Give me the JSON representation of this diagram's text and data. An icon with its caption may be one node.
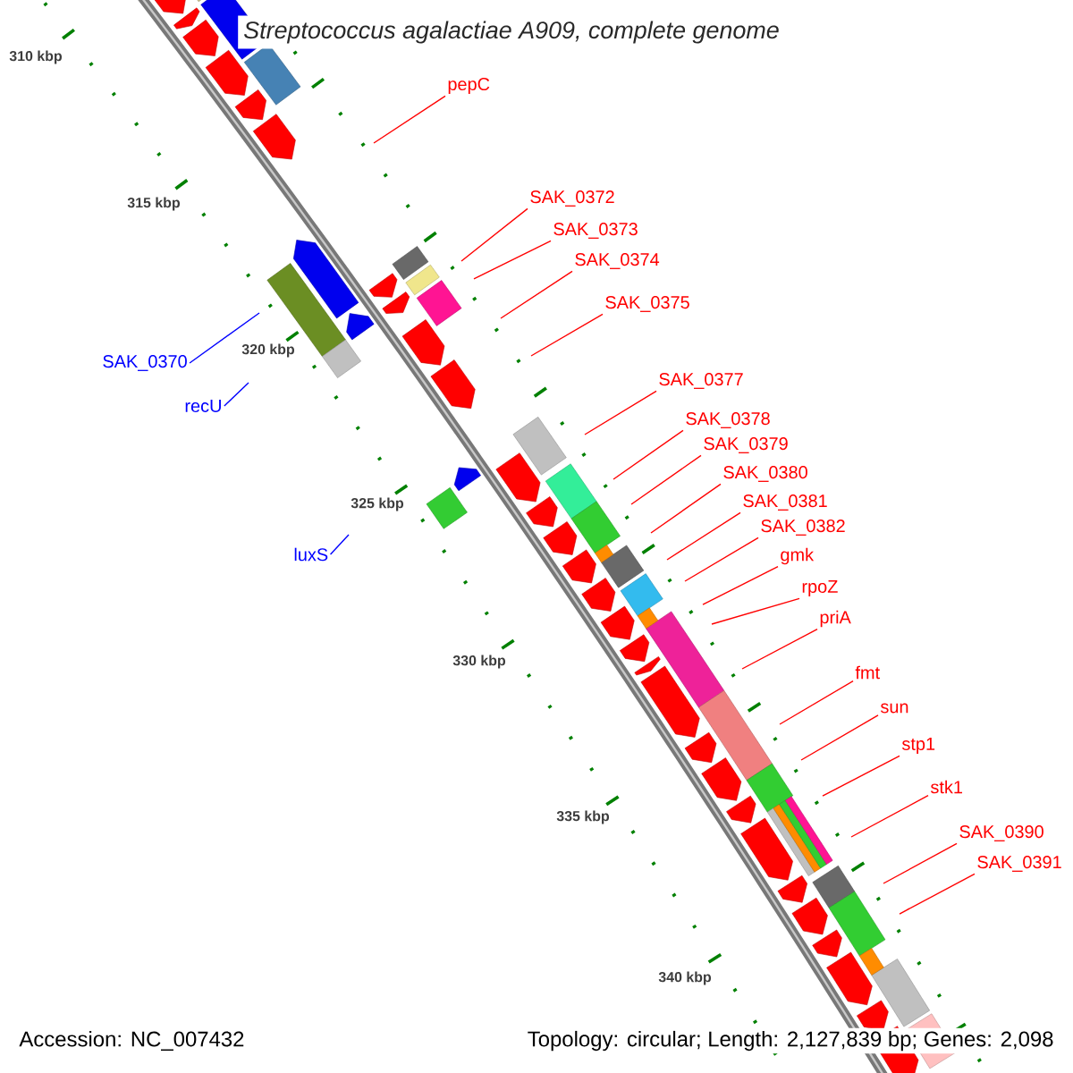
{
  "diagram": {
    "title": "Streptococcus agalactiae A909, complete genome",
    "nodes": [
      {
        "text": [
          "pepC"
        ]
      },
      {
        "text": [
          "SAK_0372"
        ]
      },
      {
        "text": [
          "SAK_0373"
        ]
      },
      {
        "text": [
          "SAK_0374"
        ]
      },
      {
        "text": [
          "SAK_0375"
        ]
      },
      {
        "text": [
          "SAK_0377"
        ]
      },
      {
        "text": [
          "SAK_0378"
        ]
      },
      {
        "text": [
          "SAK_0379"
        ]
      },
      {
        "text": [
          "SAK_0380"
        ]
      },
      {
        "text": [
          "SAK_0381"
        ]
      },
      {
        "text": [
          "SAK_0382"
        ]
      },
      {
        "text": [
          "gmk"
        ]
      },
      {
        "text": [
          "rpoZ"
        ]
      },
      {
        "text": [
          "priA"
        ]
      },
      {
        "text": [
          "fmt"
        ]
      },
      {
        "text": [
          "sun"
        ]
      },
      {
        "text": [
          "stp1"
        ]
      },
      {
        "text": [
          "stk1"
        ]
      },
      {
        "text": [
          "SAK_0390"
        ]
      },
      {
        "text": [
          "SAK_0391"
        ]
      },
      {
        "text": [
          "SAK_0370"
        ]
      },
      {
        "text": [
          "recU"
        ]
      },
      {
        "text": [
          "luxS"
        ]
      }
    ],
    "edges": [
      {
        "from": 0,
        "to": null,
        "arrow": "none"
      },
      {
        "from": 1,
        "to": null,
        "arrow": "none"
      },
      {
        "from": 2,
        "to": null,
        "arrow": "none"
      },
      {
        "from": 3,
        "to": null,
        "arrow": "none"
      },
      {
        "from": 4,
        "to": null,
        "arrow": "none"
      },
      {
        "from": 5,
        "to": null,
        "arrow": "none"
      },
      {
        "from": 6,
        "to": null,
        "arrow": "none"
      },
      {
        "from": 7,
        "to": null,
        "arrow": "none"
      },
      {
        "from": 8,
        "to": null,
        "arrow": "none"
      },
      {
        "from": 9,
        "to": null,
        "arrow": "none"
      },
      {
        "from": 10,
        "to": null,
        "arrow": "none"
      },
      {
        "from": 11,
        "to": null,
        "arrow": "none"
      },
      {
        "from": 12,
        "to": null,
        "arrow": "none"
      },
      {
        "from": 13,
        "to": null,
        "arrow": "none"
      },
      {
        "from": 14,
        "to": null,
        "arrow": "none"
      },
      {
        "from": 15,
        "to": null,
        "arrow": "none"
      },
      {
        "from": 16,
        "to": null,
        "arrow": "none"
      },
      {
        "from": 17,
        "to": null,
        "arrow": "none"
      },
      {
        "from": 18,
        "to": null,
        "arrow": "none"
      },
      {
        "from": 19,
        "to": null,
        "arrow": "none"
      },
      {
        "from": 20,
        "to": null,
        "arrow": "none",
        "color": "#0000ff"
      },
      {
        "from": 21,
        "to": null,
        "arrow": "none",
        "color": "#0000ff"
      },
      {
        "from": 22,
        "to": null,
        "arrow": "none",
        "color": "#0000ff"
      }
    ],
    "labels": [
      "310 kbp",
      "315 kbp",
      "320 kbp",
      "325 kbp",
      "330 kbp",
      "335 kbp",
      "340 kbp",
      "Accession: NC_007432",
      "Topology: circular; Length: 2,127,839 bp; Genes: 2,098"
    ]
  }
}
